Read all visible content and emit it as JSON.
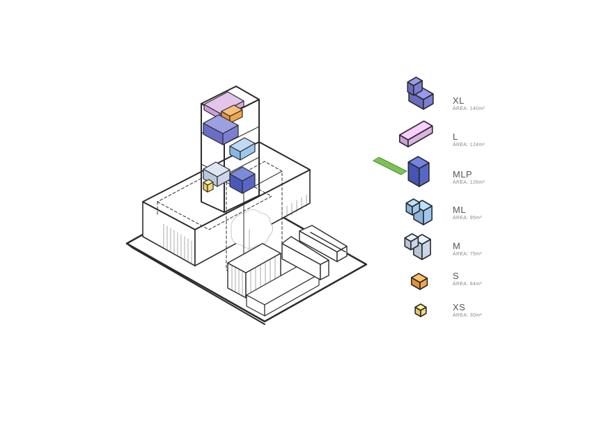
{
  "colors": {
    "outline": "#2b2b2b",
    "xl": "#7c7fd1",
    "l": "#dcb3e2",
    "mlp": "#5867c7",
    "mlp_green": "#7cc354",
    "ml": "#9fc7ee",
    "m": "#cbd7e8",
    "s": "#f2a54a",
    "xs": "#f6d976"
  },
  "legend": [
    {
      "id": "xl",
      "label": "XL",
      "area": "ÁREA: 140m²",
      "color_key": "xl",
      "icon": "xl-unit-icon"
    },
    {
      "id": "l",
      "label": "L",
      "area": "ÁREA: 124m²",
      "color_key": "l",
      "icon": "l-unit-icon"
    },
    {
      "id": "mlp",
      "label": "MLP",
      "area": "ÁREA: 126m²",
      "color_key": "mlp",
      "icon": "mlp-unit-icon"
    },
    {
      "id": "ml",
      "label": "ML",
      "area": "ÁREA: 95m²",
      "color_key": "ml",
      "icon": "ml-unit-icon"
    },
    {
      "id": "m",
      "label": "M",
      "area": "ÁREA: 75m²",
      "color_key": "m",
      "icon": "m-unit-icon"
    },
    {
      "id": "s",
      "label": "S",
      "area": "ÁREA: 64m²",
      "color_key": "s",
      "icon": "s-unit-icon"
    },
    {
      "id": "xs",
      "label": "XS",
      "area": "ÁREA: 30m²",
      "color_key": "xs",
      "icon": "xs-unit-icon"
    }
  ]
}
